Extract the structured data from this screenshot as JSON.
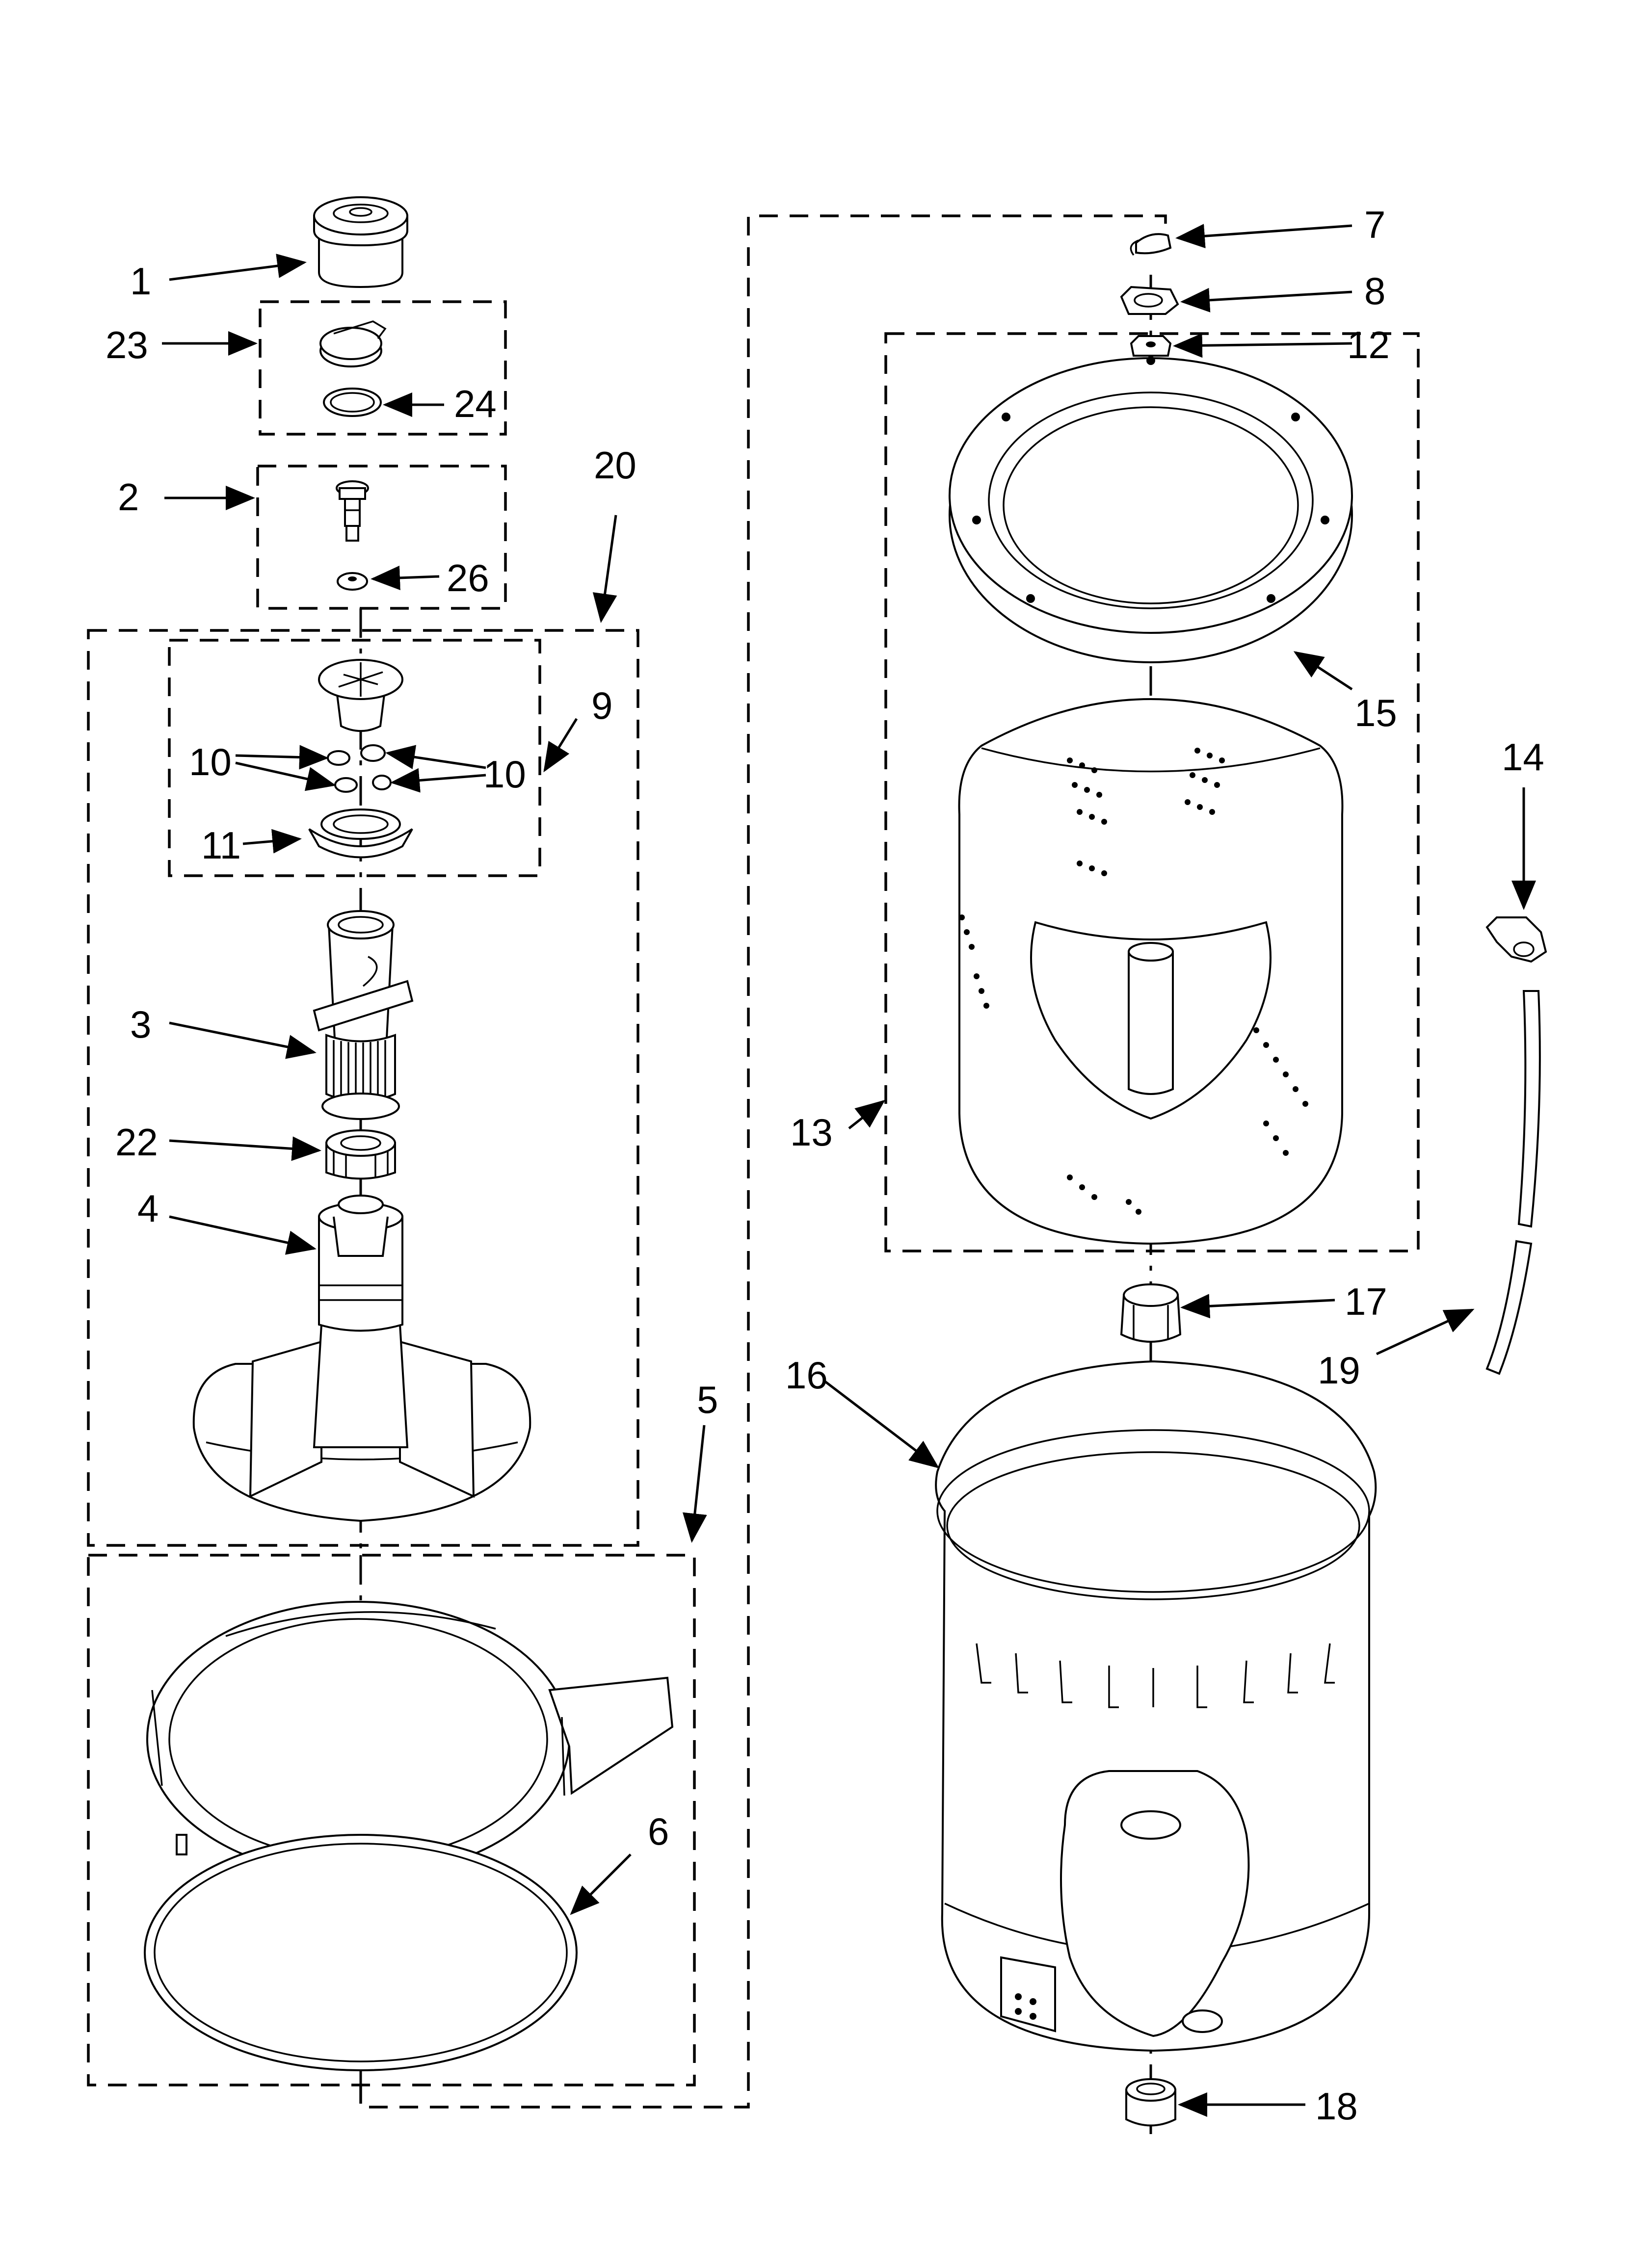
{
  "labels": {
    "l1": "1",
    "l2": "2",
    "l3": "3",
    "l4": "4",
    "l5": "5",
    "l6": "6",
    "l7": "7",
    "l8": "8",
    "l9": "9",
    "l10a": "10",
    "l10b": "10",
    "l11": "11",
    "l12": "12",
    "l13": "13",
    "l14": "14",
    "l15": "15",
    "l16": "16",
    "l17": "17",
    "l18": "18",
    "l19": "19",
    "l20": "20",
    "l22": "22",
    "l23": "23",
    "l24": "24",
    "l26": "26"
  },
  "parts": {
    "p1": "agitator-cap-icon",
    "p23": "cap-cover-icon",
    "p24": "o-ring-icon",
    "p2": "bolt-icon",
    "p26": "washer-icon",
    "p9": "cam-icon",
    "p10": "dog-icon",
    "p11": "retainer-icon",
    "p3": "upper-agitator-icon",
    "p22": "bearing-icon",
    "p4": "lower-agitator-icon",
    "p5": "tub-ring-icon",
    "p6": "seal-ring-icon",
    "p7": "clip-icon",
    "p8": "drive-bell-icon",
    "p12": "nut-icon",
    "p15": "balance-ring-icon",
    "p13": "basket-icon",
    "p17": "hub-icon",
    "p16": "outer-tub-icon",
    "p18": "seal-icon",
    "p14": "hose-clamp-icon",
    "p19": "hose-icon"
  }
}
